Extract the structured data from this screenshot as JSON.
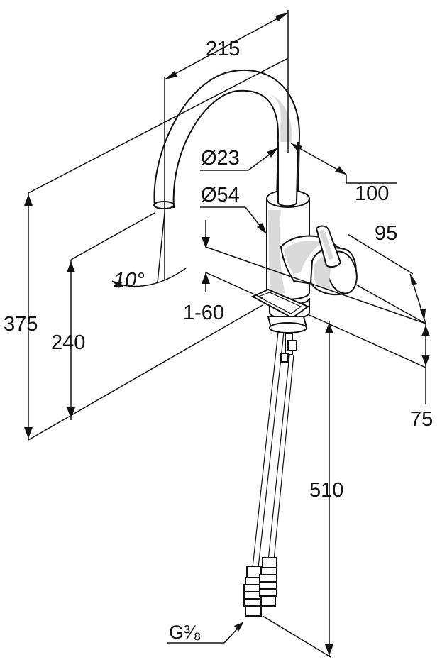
{
  "dimensions": {
    "spout_reach": "215",
    "outlet_diameter": "Ø23",
    "body_diameter": "Ø54",
    "lever_offset_100": "100",
    "lever_offset_95": "95",
    "height_375": "375",
    "height_240": "240",
    "swivel_angle": "10°",
    "worktop_thickness": "1-60",
    "hose_length": "510",
    "base_offset": "75",
    "connection_thread": "G³⁄₈"
  },
  "colors": {
    "line": "#111111",
    "background": "#ffffff",
    "shading": "#d9d9d9"
  }
}
